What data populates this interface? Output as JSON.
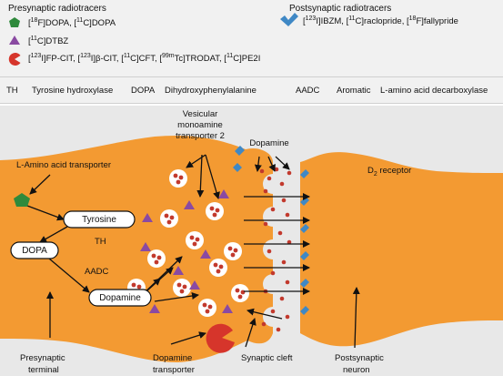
{
  "legend": {
    "presynaptic_title": "Presynaptic radiotracers",
    "postsynaptic_title": "Postsynaptic radiotracers",
    "presynaptic_items": [
      {
        "icon": "green-pentagon-icon",
        "color": "#2f8a3c",
        "text": "[18F]DOPA, [11C]DOPA"
      },
      {
        "icon": "purple-triangle-icon",
        "color": "#8a4aa2",
        "text": "[11C]DTBZ"
      },
      {
        "icon": "red-pacman-icon",
        "color": "#d6352b",
        "text": "[123I]FP-CIT, [123I]β-CIT, [11C]CFT, [99mTc]TRODAT, [11C]PE2I"
      }
    ],
    "postsynaptic_items": [
      {
        "icon": "blue-chevron-icon",
        "color": "#3f88c5",
        "text": "[123I]IBZM, [11C]raclopride, [18F]fallypride"
      }
    ]
  },
  "abbreviations": [
    {
      "abbr": "TH",
      "full": "Tyrosine hydroxylase"
    },
    {
      "abbr": "DOPA",
      "full": "Dihydroxyphenylalanine"
    },
    {
      "abbr": "AADC",
      "full": "Aromatic"
    },
    {
      "abbr": "",
      "full": "L-amino acid decarboxylase"
    }
  ],
  "diagram": {
    "colors": {
      "synapse": "#f39a32",
      "synapse_dark": "#ea8a22",
      "background": "#e8e8e8"
    },
    "labels": {
      "laat": "L-Amino acid transporter",
      "vmat_line1": "Vesicular",
      "vmat_line2": "monoamine",
      "vmat_line3": "transporter 2",
      "dopamine_top": "Dopamine",
      "d2_prefix": "D",
      "d2_sub": "2",
      "d2_suffix": " receptor",
      "tyrosine": "Tyrosine",
      "th": "TH",
      "dopa": "DOPA",
      "aadc": "AADC",
      "dopamine_box": "Dopamine",
      "presynaptic_line1": "Presynaptic",
      "presynaptic_line2": "terminal",
      "dat_line1": "Dopamine",
      "dat_line2": "transporter",
      "synaptic_cleft": "Synaptic cleft",
      "postsynaptic_line1": "Postsynaptic",
      "postsynaptic_line2": "neuron"
    }
  }
}
